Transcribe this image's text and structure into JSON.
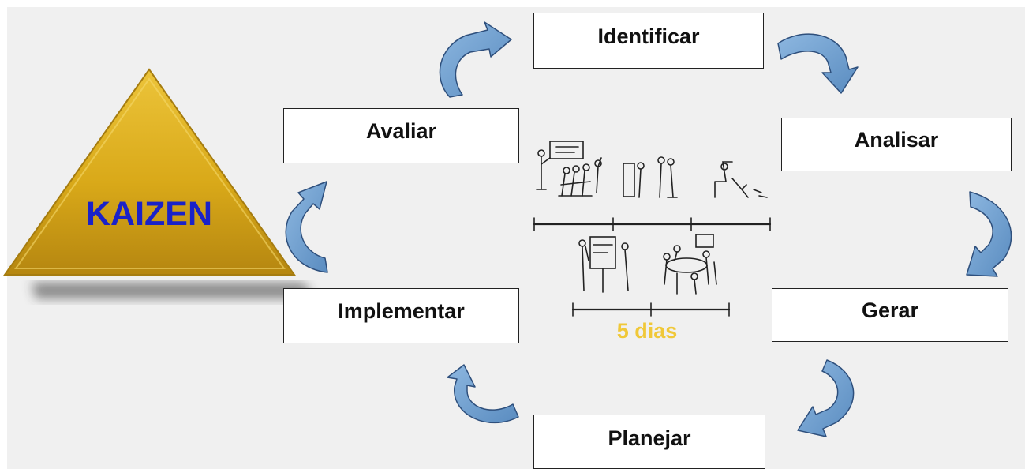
{
  "center_logo": {
    "label": "KAIZEN"
  },
  "steps": {
    "identificar": "Identificar",
    "analisar": "Analisar",
    "gerar": "Gerar",
    "planejar": "Planejar",
    "implementar": "Implementar",
    "avaliar": "Avaliar"
  },
  "timeline": {
    "duration_label": "5 dias"
  },
  "colors": {
    "triangle": "#d9a919",
    "kaizen_text": "#1a22c8",
    "arrow": "#6d9fd0",
    "days_text": "#f0c838"
  }
}
